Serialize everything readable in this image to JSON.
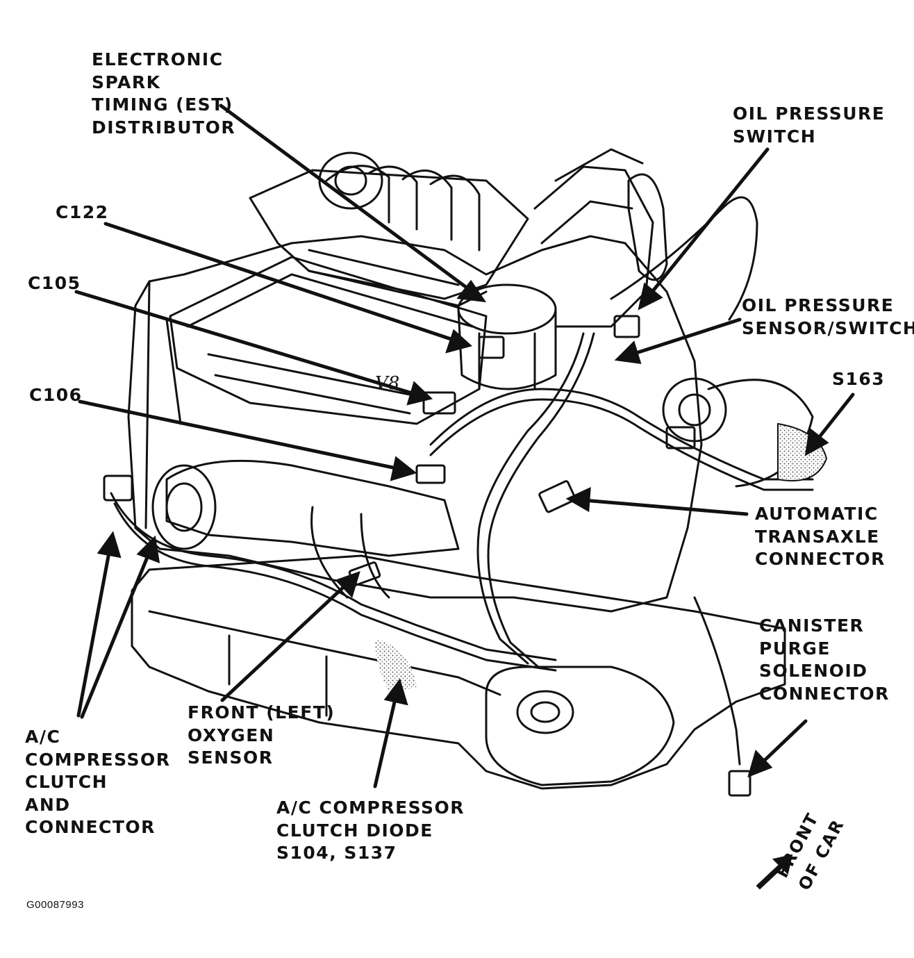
{
  "labels": {
    "est_distributor": [
      "ELECTRONIC",
      "SPARK",
      "TIMING (EST)",
      "DISTRIBUTOR"
    ],
    "c122": [
      "C122"
    ],
    "c105": [
      "C105"
    ],
    "c106": [
      "C106"
    ],
    "oil_pressure_switch": [
      "OIL PRESSURE",
      "SWITCH"
    ],
    "oil_pressure_sensor_switch": [
      "OIL PRESSURE",
      "SENSOR/SWITCH"
    ],
    "s163": [
      "S163"
    ],
    "automatic_transaxle_connector": [
      "AUTOMATIC",
      "TRANSAXLE",
      "CONNECTOR"
    ],
    "canister_purge_solenoid_connector": [
      "CANISTER",
      "PURGE",
      "SOLENOID",
      "CONNECTOR"
    ],
    "front_left_oxygen_sensor": [
      "FRONT (LEFT)",
      "OXYGEN",
      "SENSOR"
    ],
    "ac_compressor_clutch_and_connector": [
      "A/C",
      "COMPRESSOR",
      "CLUTCH",
      "AND",
      "CONNECTOR"
    ],
    "ac_compressor_clutch_diode": [
      "A/C COMPRESSOR",
      "CLUTCH DIODE",
      "S104, S137"
    ]
  },
  "engine_badge": "V8",
  "front_of_car": [
    "FRONT",
    "OF CAR"
  ],
  "figure_id": "G00087993",
  "colors": {
    "ink": "#111111",
    "paper": "#ffffff",
    "shade": "#b8b8b8"
  }
}
